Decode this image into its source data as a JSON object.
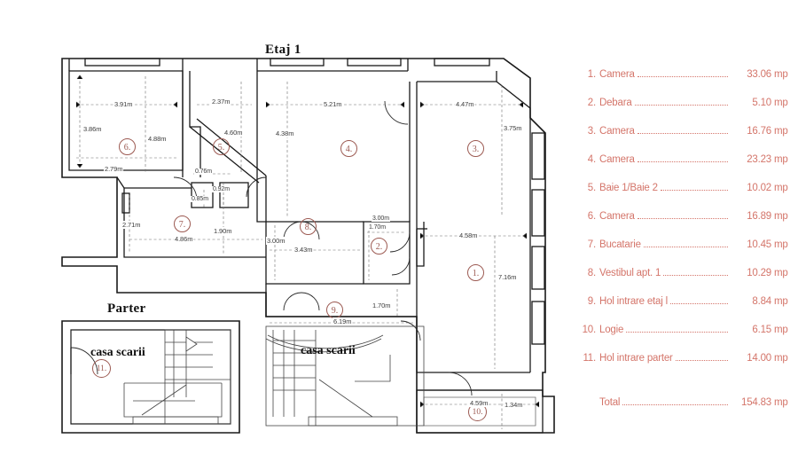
{
  "plan": {
    "title_upper": "Etaj 1",
    "title_lower": "Parter",
    "stair_label_1": "casa scarii",
    "stair_label_2": "casa scarii",
    "room_badges": [
      {
        "id": "1",
        "label": "1."
      },
      {
        "id": "2",
        "label": "2."
      },
      {
        "id": "3",
        "label": "3."
      },
      {
        "id": "4",
        "label": "4."
      },
      {
        "id": "5",
        "label": "5."
      },
      {
        "id": "6",
        "label": "6."
      },
      {
        "id": "7",
        "label": "7."
      },
      {
        "id": "8",
        "label": "8."
      },
      {
        "id": "9",
        "label": "9."
      },
      {
        "id": "10",
        "label": "10."
      },
      {
        "id": "11",
        "label": "11."
      }
    ],
    "dimensions": {
      "room6_width_top": "3.91m",
      "room6_height_left": "3.86m",
      "room6_width_bottom": "2.79m",
      "room6_height_right": "4.88m",
      "room5_width": "2.37m",
      "room5_height": "4.60m",
      "room4_width": "5.21m",
      "room4_height": "4.38m",
      "room3_width": "4.47m",
      "room3_height": "3.75m",
      "hall_d1": "0.76m",
      "hall_d2": "0.92m",
      "hall_d3": "0.85m",
      "room7_height": "2.71m",
      "room7_width": "4.86m",
      "room7_right": "1.90m",
      "room8_height": "3.00m",
      "room8_width": "3.43m",
      "room2_height": "3.00m",
      "room2_width": "1.70m",
      "room9_width": "6.19m",
      "room9_right": "1.70m",
      "room1_width": "4.58m",
      "room1_height": "7.16m",
      "room10_width": "4.59m",
      "room10_height": "1.34m"
    }
  },
  "legend": {
    "items": [
      {
        "num": "1.",
        "label": "Camera",
        "value": "33.06",
        "unit": "mp"
      },
      {
        "num": "2.",
        "label": "Debara",
        "value": "5.10",
        "unit": "mp"
      },
      {
        "num": "3.",
        "label": "Camera",
        "value": "16.76",
        "unit": "mp"
      },
      {
        "num": "4.",
        "label": "Camera",
        "value": "23.23",
        "unit": "mp"
      },
      {
        "num": "5.",
        "label": "Baie 1/Baie 2",
        "value": "10.02",
        "unit": "mp"
      },
      {
        "num": "6.",
        "label": "Camera",
        "value": "16.89",
        "unit": "mp"
      },
      {
        "num": "7.",
        "label": "Bucatarie",
        "value": "10.45",
        "unit": "mp"
      },
      {
        "num": "8.",
        "label": "Vestibul apt. 1",
        "value": "10.29",
        "unit": "mp"
      },
      {
        "num": "9.",
        "label": "Hol intrare etaj l",
        "value": "8.84",
        "unit": "mp"
      },
      {
        "num": "10.",
        "label": "Logie",
        "value": "6.15",
        "unit": "mp"
      },
      {
        "num": "11.",
        "label": "Hol intrare parter",
        "value": "14.00",
        "unit": "mp"
      }
    ],
    "total": {
      "num": "",
      "label": "Total",
      "value": "154.83",
      "unit": "mp"
    }
  },
  "colors": {
    "legend_text": "#d4756a",
    "badge": "#9c5a52",
    "wall": "#1a1a1a",
    "dim_line": "#6a6a6a",
    "background": "#ffffff"
  }
}
